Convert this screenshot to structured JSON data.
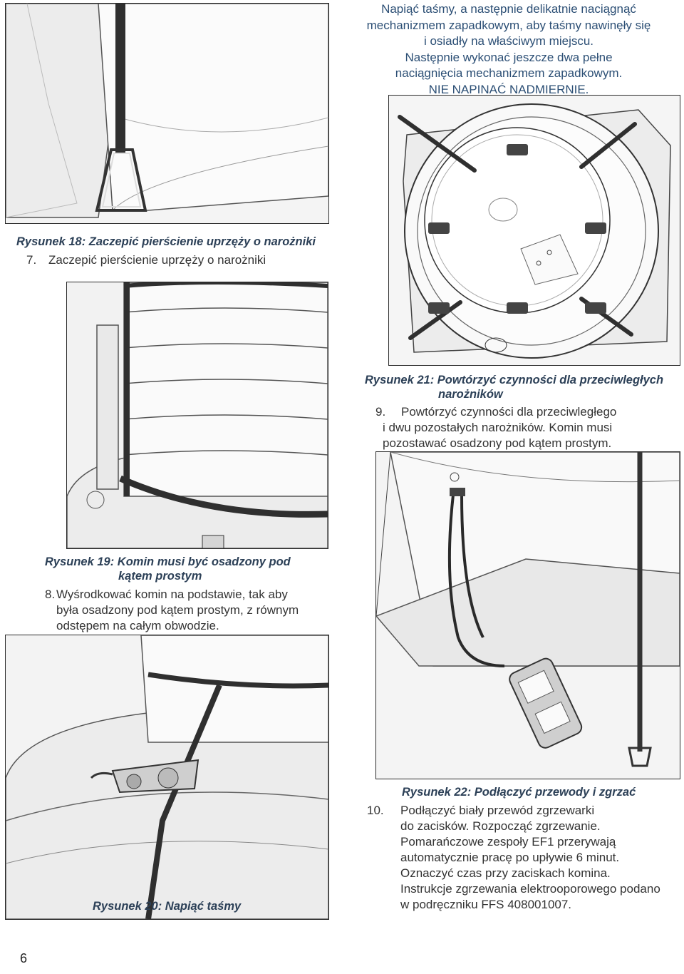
{
  "intro_note": {
    "line1": "Napiąć taśmy, a następnie delikatnie naciągnąć",
    "line2": "mechanizmem zapadkowym, aby taśmy nawinęły się",
    "line3": "i osiadły na właściwym miejscu.",
    "line4": "Następnie wykonać jeszcze dwa pełne",
    "line5": "naciągnięcia mechanizmem zapadkowym.",
    "line6": "NIE NAPINAĆ NADMIERNIE."
  },
  "figures": {
    "fig18_caption": "Rysunek 18: Zaczepić pierścienie uprzęży o narożniki",
    "fig19_caption_1": "Rysunek 19: Komin musi być osadzony pod",
    "fig19_caption_2": "kątem prostym",
    "fig20_caption": "Rysunek 20: Napiąć taśmy",
    "fig21_caption_1": "Rysunek 21: Powtórzyć czynności dla przeciwległych",
    "fig21_caption_2": "narożników",
    "fig22_caption": "Rysunek 22: Podłączyć przewody i zgrzać"
  },
  "steps": {
    "s7_num": "7.",
    "s7_line1": "Zaczepić pierścienie uprzęży o narożniki",
    "s8_num": "8.",
    "s8_line1": "Wyśrodkować komin na podstawie, tak aby",
    "s8_line2": "była osadzony pod kątem prostym, z równym",
    "s8_line3": "odstępem na całym obwodzie.",
    "s9_num": "9.",
    "s9_line1": "Powtórzyć czynności dla przeciwległego",
    "s9_line2": "i dwu pozostałych narożników. Komin musi",
    "s9_line3": "pozostawać osadzony pod kątem prostym.",
    "s10_num": "10.",
    "s10_line1": "Podłączyć biały przewód zgrzewarki",
    "s10_line2": "do zacisków. Rozpocząć zgrzewanie.",
    "s10_line3": "Pomarańczowe zespoły EF1 przerywają",
    "s10_line4": "automatycznie pracę po upływie 6 minut.",
    "s10_line5": "Oznaczyć czas przy zaciskach komina.",
    "s10_line6": "Instrukcje zgrzewania elektrooporowego podano",
    "s10_line7": "w podręczniku FFS 408001007."
  },
  "page_number": "6"
}
